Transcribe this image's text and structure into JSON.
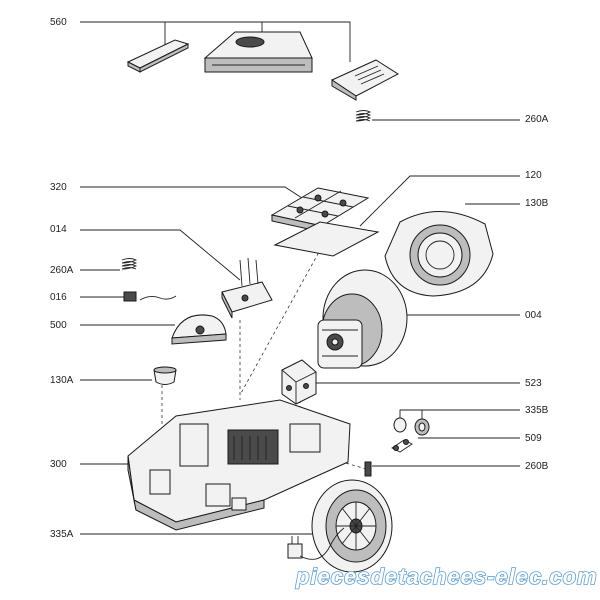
{
  "labels": {
    "l560": "560",
    "l260A_r": "260A",
    "l320": "320",
    "l120": "120",
    "l130B": "130B",
    "l014": "014",
    "l260A_l": "260A",
    "l016": "016",
    "l500": "500",
    "l004": "004",
    "l130A": "130A",
    "l523": "523",
    "l335B": "335B",
    "l509": "509",
    "l300": "300",
    "l260B": "260B",
    "l335A": "335A"
  },
  "watermark": "piecesdetachees-elec.com",
  "colors": {
    "line": "#222222",
    "part_fill": "#f2f2f2",
    "dark_fill": "#4a4a4a",
    "watermark": "#5a9fd8"
  }
}
